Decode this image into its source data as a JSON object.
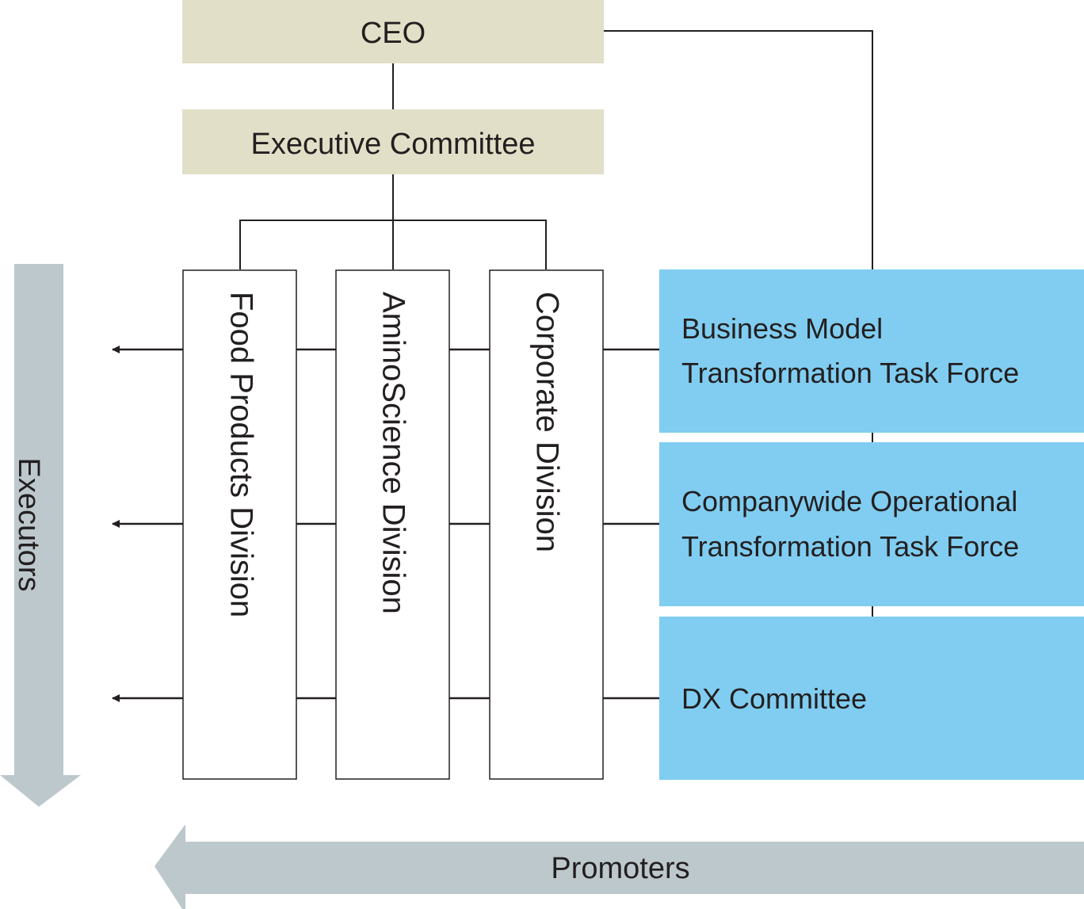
{
  "ceo": {
    "label": "CEO"
  },
  "executive_committee": {
    "label": "Executive Committee"
  },
  "divisions": [
    {
      "label": "Food Products Division"
    },
    {
      "label": "AminoScience Division"
    },
    {
      "label": "Corporate Division"
    }
  ],
  "task_forces": [
    {
      "line1": "Business Model",
      "line2": "Transformation Task Force"
    },
    {
      "line1": "Companywide Operational",
      "line2": "Transformation Task Force"
    },
    {
      "line1": "DX Committee"
    }
  ],
  "arrows": {
    "executors": "Executors",
    "promoters": "Promoters"
  },
  "colors": {
    "executive_fill": "#e2dfc8",
    "task_force_fill": "#80cdf1",
    "arrow_fill": "#bdc8cd",
    "line": "#231f20"
  }
}
